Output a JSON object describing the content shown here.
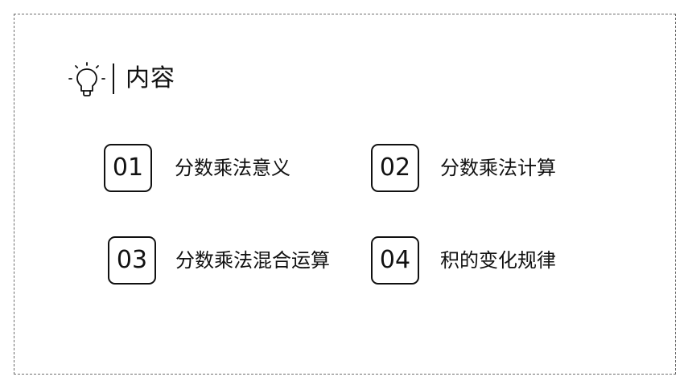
{
  "header": {
    "title": "内容",
    "icon": "lightbulb-icon"
  },
  "contents": [
    {
      "number": "01",
      "label": "分数乘法意义"
    },
    {
      "number": "02",
      "label": "分数乘法计算"
    },
    {
      "number": "03",
      "label": "分数乘法混合运算"
    },
    {
      "number": "04",
      "label": "积的变化规律"
    }
  ],
  "colors": {
    "text": "#111111",
    "border": "#6e6e6e",
    "background": "#ffffff"
  }
}
